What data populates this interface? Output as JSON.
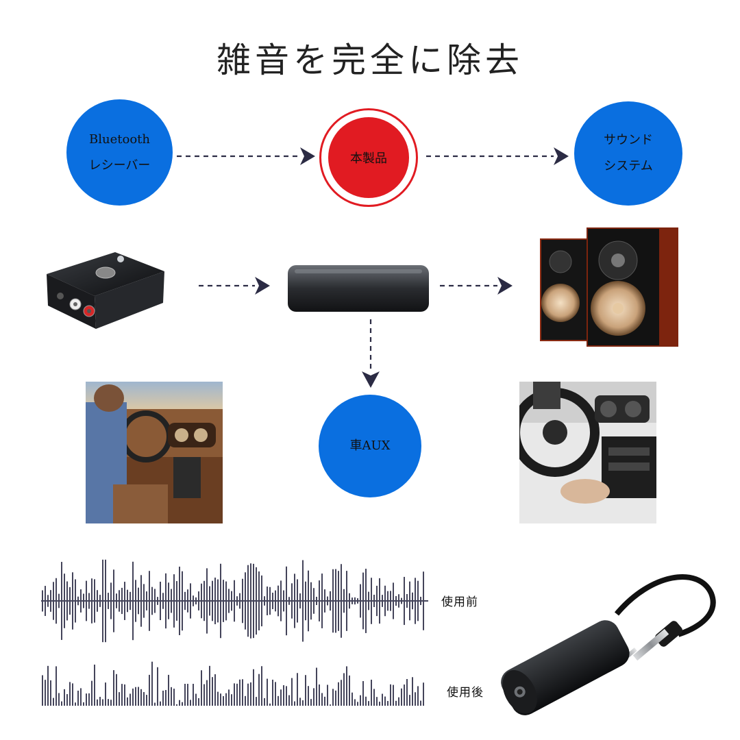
{
  "title": "雑音を完全に除去",
  "nodes": {
    "bluetooth_receiver": {
      "line1": "Bluetooth",
      "line2": "レシーバー"
    },
    "product": {
      "label": "本製品"
    },
    "sound_system": {
      "line1": "サウンド",
      "line2": "システム"
    },
    "car_aux": {
      "label": "車AUX"
    }
  },
  "waveforms": {
    "before_label": "使用前",
    "after_label": "使用後"
  },
  "colors": {
    "circle_blue": "#0a6fe0",
    "product_red": "#e11b22",
    "arrow": "#2b2b44",
    "wave": "#44445a"
  }
}
